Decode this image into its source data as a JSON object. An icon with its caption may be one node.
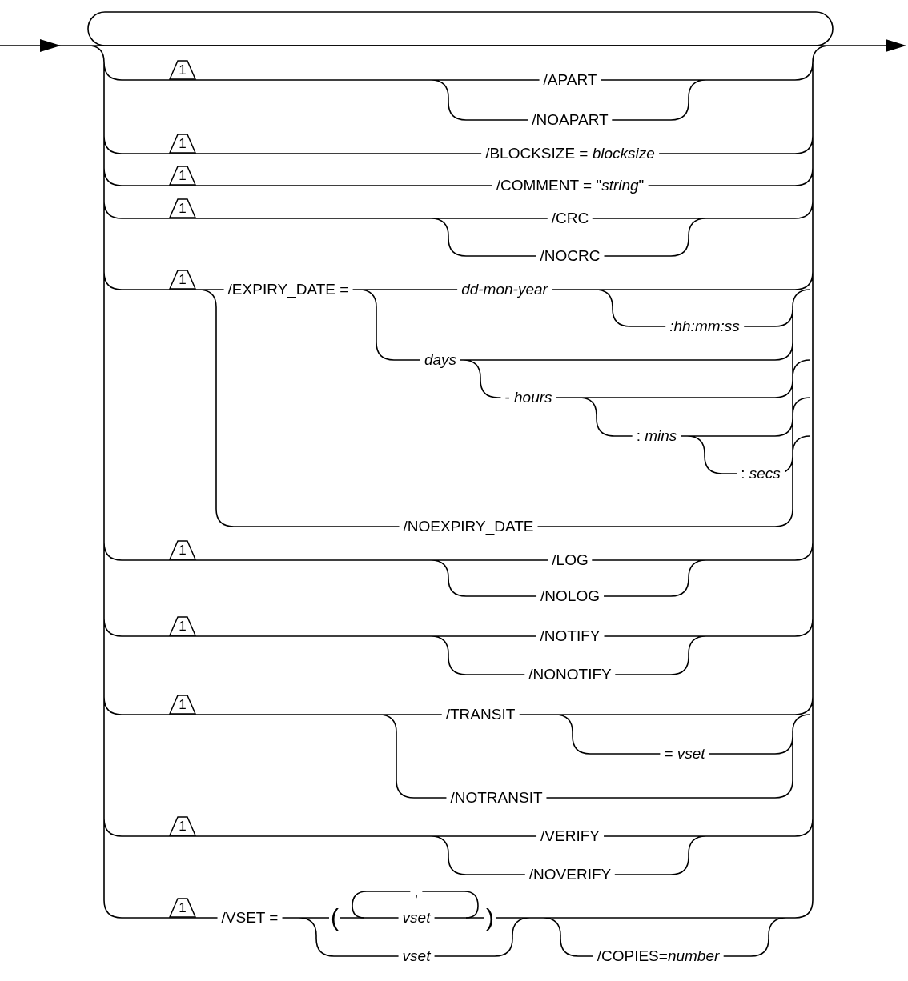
{
  "diagram": {
    "labels": [
      "1",
      "/APART",
      "/NOAPART",
      "1",
      "/BLOCKSIZE = *blocksize*",
      "1",
      "/COMMENT = \"*string*\"",
      "1",
      "/CRC",
      "/NOCRC",
      "1",
      "/EXPIRY_DATE =",
      "dd-mon-year",
      ":hh:mm:ss",
      "days",
      "- *hours*",
      ": *mins*",
      ": *secs*",
      "/NOEXPIRY_DATE",
      "1",
      "/LOG",
      "/NOLOG",
      "1",
      "/NOTIFY",
      "/NONOTIFY",
      "1",
      "/TRANSIT",
      "= *vset*",
      "/NOTRANSIT",
      "1",
      "/VERIFY",
      "/NOVERIFY",
      "1",
      "/VSET =",
      ",",
      "(",
      "vset",
      ")",
      "vset",
      "/COPIES=*number*"
    ]
  }
}
